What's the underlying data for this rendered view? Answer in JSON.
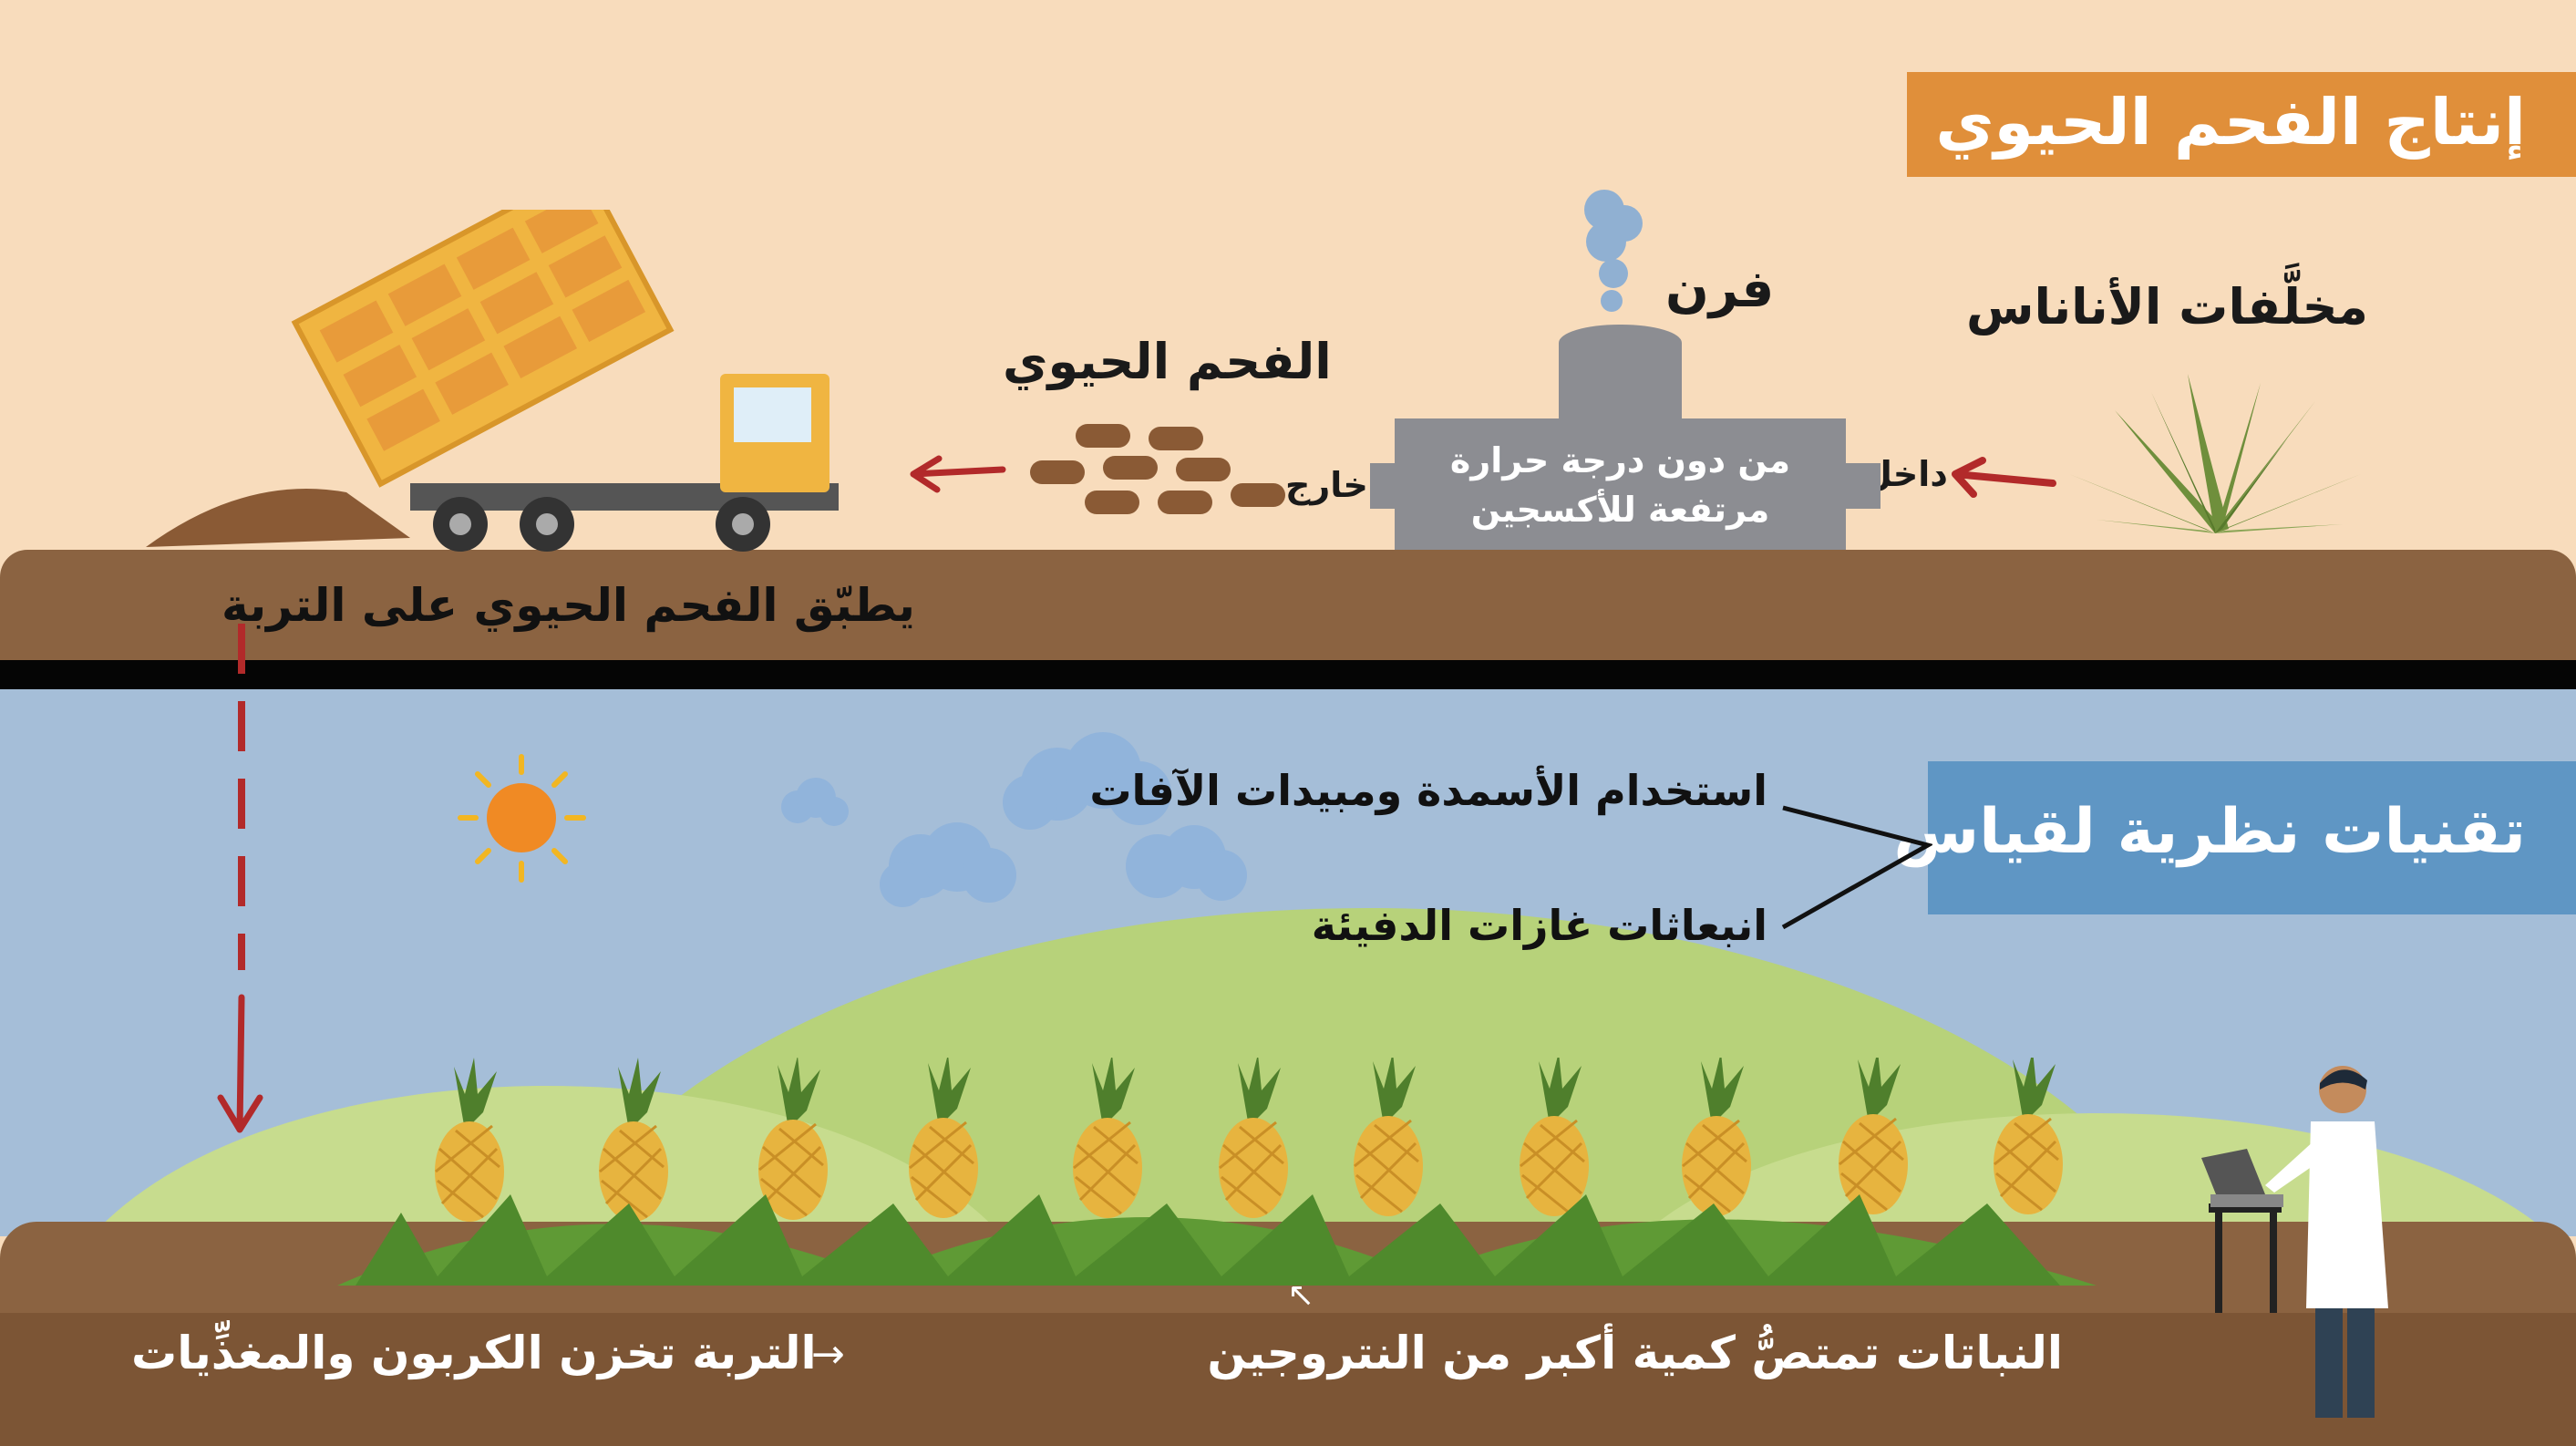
{
  "production": {
    "title": "إنتاج الفحم الحيوي",
    "pineapple_waste": "مخلَّفات الأناناس",
    "furnace": "فرن",
    "furnace_condition": [
      "من دون درجة حرارة",
      "مرتفعة للأكسجين"
    ],
    "input": "داخل",
    "output": "خارج",
    "biochar": "الفحم الحيوي",
    "apply_to_soil": "يطبّق الفحم الحيوي على التربة"
  },
  "measurement": {
    "title": "تقنيات نظرية لقياس",
    "items": [
      "استخدام الأسمدة ومبيدات الآفات",
      "انبعاثات غازات الدفيئة"
    ]
  },
  "results": {
    "plants_nitrogen": "النباتات تمتصُّ كمية أكبر من النتروجين",
    "soil_storage": "التربة تخزن الكربون والمغذِّيات",
    "arrow": "→"
  },
  "colors": {
    "title_orange": "#e08f3a",
    "title_blue": "#5f96c4",
    "arrow_red": "#b22a2a",
    "soil": "#8b6341",
    "sky": "#a5bed8",
    "sand": "#f8dcbc"
  }
}
